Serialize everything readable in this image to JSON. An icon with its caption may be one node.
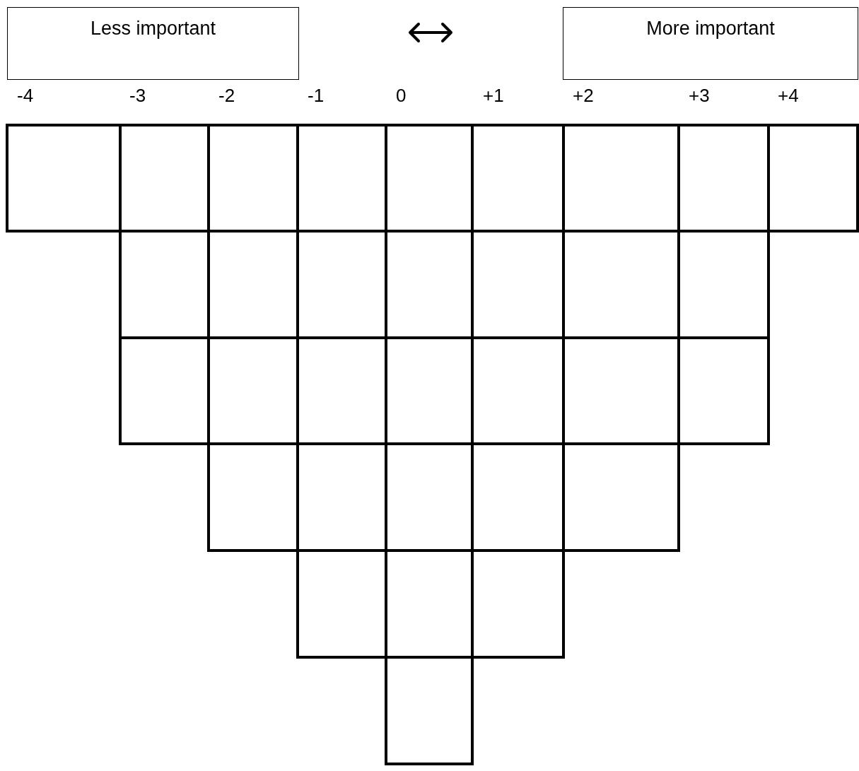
{
  "diagram": {
    "nodes": [
      {
        "text": [
          "Less important"
        ]
      },
      {
        "text": [
          "More important"
        ]
      }
    ],
    "labels": [
      "-4",
      "-3",
      "-2",
      "-1",
      "0",
      "+1",
      "+2",
      "+3",
      "+4"
    ]
  }
}
